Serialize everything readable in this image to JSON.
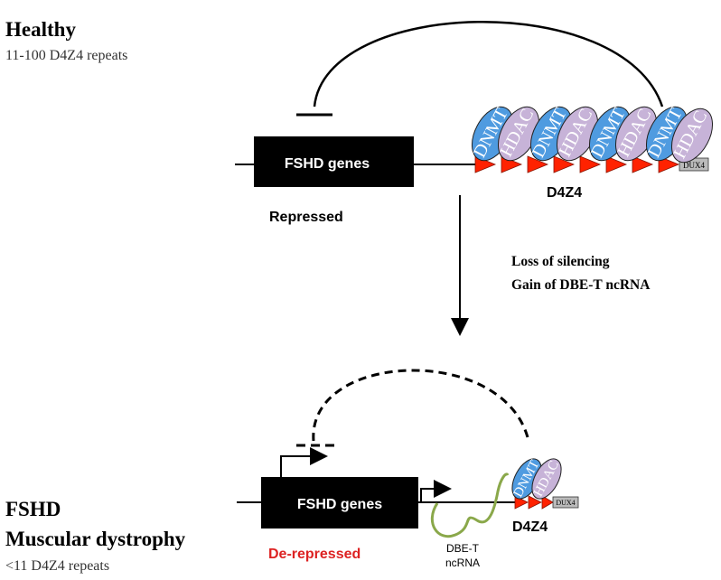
{
  "colors": {
    "dnmt": "#4f9be0",
    "hdac": "#c7b3d8",
    "repeat_triangle": "#ff2200",
    "gene_box": "#000000",
    "ncrna": "#8aa84a",
    "derepressed": "#dd2222",
    "dux4_box": "#bbbbbb"
  },
  "top": {
    "title": "Healthy",
    "subtitle": "11-100 D4Z4 repeats",
    "gene_label": "FSHD genes",
    "status": "Repressed",
    "dnmt_label": "DNMT",
    "hdac_label": "HDAC",
    "dux4_label": "DUX4",
    "d4z4_label": "D4Z4"
  },
  "transition": {
    "line1": "Loss of silencing",
    "line2": "Gain of DBE-T ncRNA"
  },
  "bottom": {
    "title_line1": "FSHD",
    "title_line2": "Muscular dystrophy",
    "subtitle": "<11 D4Z4 repeats",
    "gene_label": "FSHD genes",
    "status": "De-repressed",
    "ncrna_line1": "DBE-T",
    "ncrna_line2": "ncRNA",
    "dnmt_label": "DNMT",
    "hdac_label": "HDAC",
    "dux4_label": "DUX4",
    "d4z4_label": "D4Z4"
  }
}
